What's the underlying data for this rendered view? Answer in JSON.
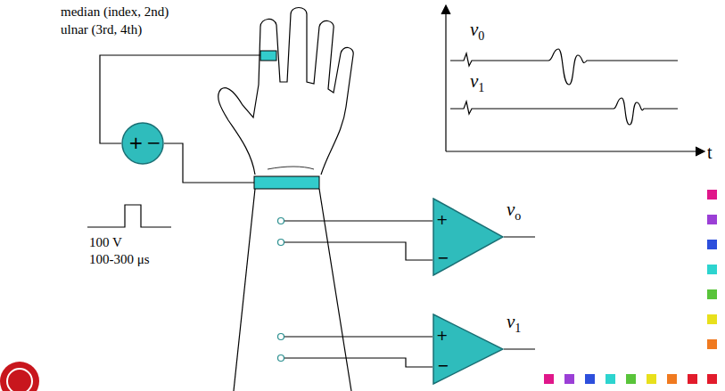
{
  "diagram": {
    "nodes": [
      {
        "text": [
          "+",
          "−"
        ]
      },
      {
        "text": [
          "+",
          "−"
        ]
      },
      {
        "text": [
          "+",
          "−"
        ]
      }
    ],
    "labels": [
      "median (index, 2nd)",
      "ulnar (3rd, 4th)",
      "100 V",
      "100-300 μs",
      "νo",
      "ν1",
      "ν0",
      "ν1",
      "t"
    ]
  }
}
